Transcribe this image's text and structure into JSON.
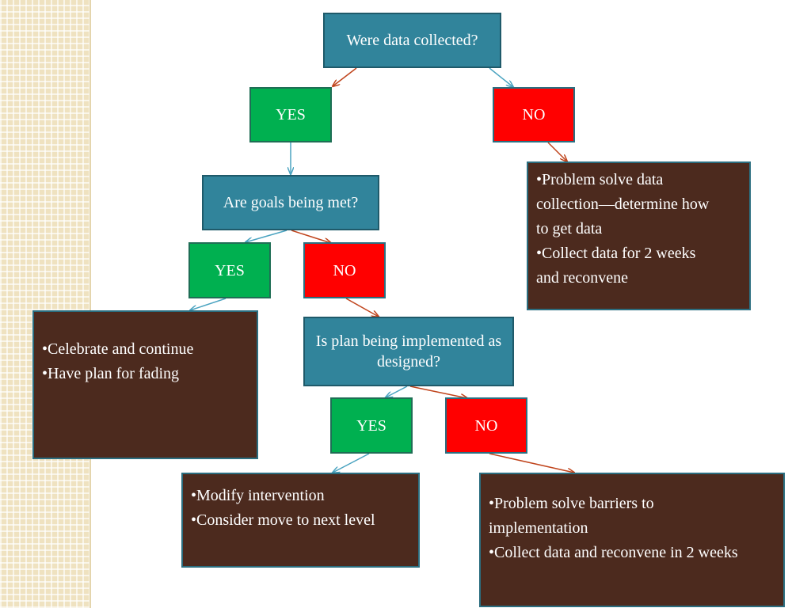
{
  "nodes": {
    "q1": "Were data collected?",
    "q1_yes": "YES",
    "q1_no": "NO",
    "q2": "Are goals being met?",
    "q2_yes": "YES",
    "q2_no": "NO",
    "q3": "Is plan being implemented as designed?",
    "q3_yes": "YES",
    "q3_no": "NO"
  },
  "outcomes": {
    "no_data": [
      "•Problem solve data",
      "collection—determine how",
      "to get data",
      "•Collect data for 2 weeks",
      "and reconvene"
    ],
    "goals_met": [
      "•Celebrate and continue",
      "•Have plan for fading"
    ],
    "implemented_yes": [
      "•Modify intervention",
      "•Consider move to next level"
    ],
    "implemented_no": [
      "•Problem solve barriers to",
      "implementation",
      "•Collect data and reconvene in 2 weeks"
    ]
  },
  "colors": {
    "question": "#31849b",
    "yes": "#00b050",
    "no": "#ff0000",
    "outcome": "#4c2a1e",
    "arrow_yes": "#4aa3c0",
    "arrow_no": "#c0441c",
    "sidebar": "#efe2c0"
  }
}
